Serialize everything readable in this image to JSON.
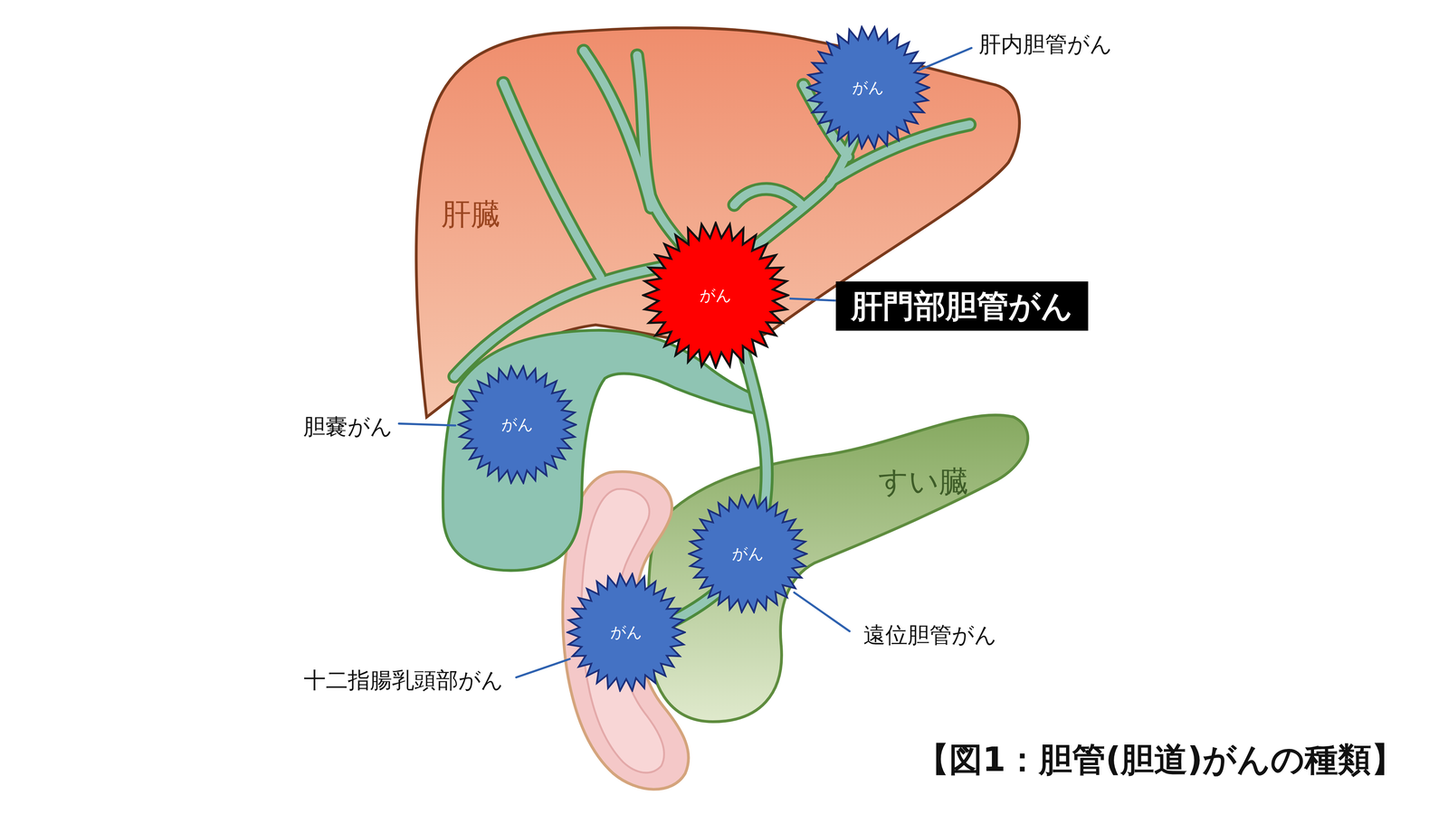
{
  "diagram": {
    "caption": "【図1：胆管(胆道)がんの種類】",
    "nodes": [
      {
        "text": [
          "肝臓"
        ]
      },
      {
        "text": [
          "がん"
        ],
        "in": 0
      },
      {
        "text": [
          "がん"
        ],
        "in": 0
      },
      {
        "text": [
          "肝門部胆管がん"
        ]
      },
      {
        "text": [
          "がん"
        ]
      },
      {
        "text": [
          "すい臓"
        ]
      },
      {
        "text": [
          "がん"
        ],
        "in": 5
      },
      {
        "text": [
          "がん"
        ]
      }
    ],
    "edges": [
      {
        "from": 2,
        "to": 3,
        "arrow": "none"
      }
    ],
    "labels": [
      "肝内胆管がん",
      "胆嚢がん",
      "遠位胆管がん",
      "十二指腸乳頭部がん"
    ]
  }
}
